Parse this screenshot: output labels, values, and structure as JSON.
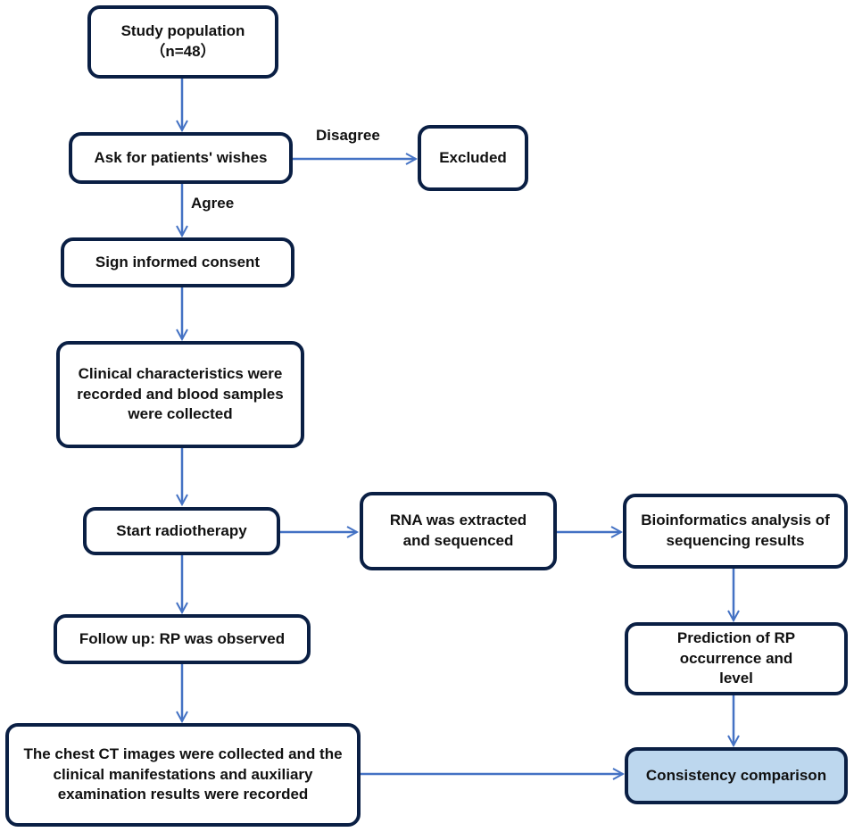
{
  "colors": {
    "arrow": "#4472c4",
    "box_border": "#0a1f44",
    "highlight_fill": "#bdd7ee"
  },
  "nodes": {
    "study_population": "Study population\n（n=48）",
    "ask_wishes": "Ask for patients' wishes",
    "excluded": "Excluded",
    "sign_consent": "Sign informed consent",
    "clinical_characteristics": "Clinical characteristics were recorded and blood samples were collected",
    "start_radiotherapy": "Start radiotherapy",
    "rna_extracted": "RNA was extracted and sequenced",
    "bioinformatics": "Bioinformatics analysis of sequencing results",
    "follow_up": "Follow up: RP was observed",
    "prediction": "Prediction of RP occurrence and level",
    "chest_ct": "The chest CT images were collected and the clinical manifestations and auxiliary examination results were recorded",
    "consistency": "Consistency comparison"
  },
  "edge_labels": {
    "disagree": "Disagree",
    "agree": "Agree"
  }
}
